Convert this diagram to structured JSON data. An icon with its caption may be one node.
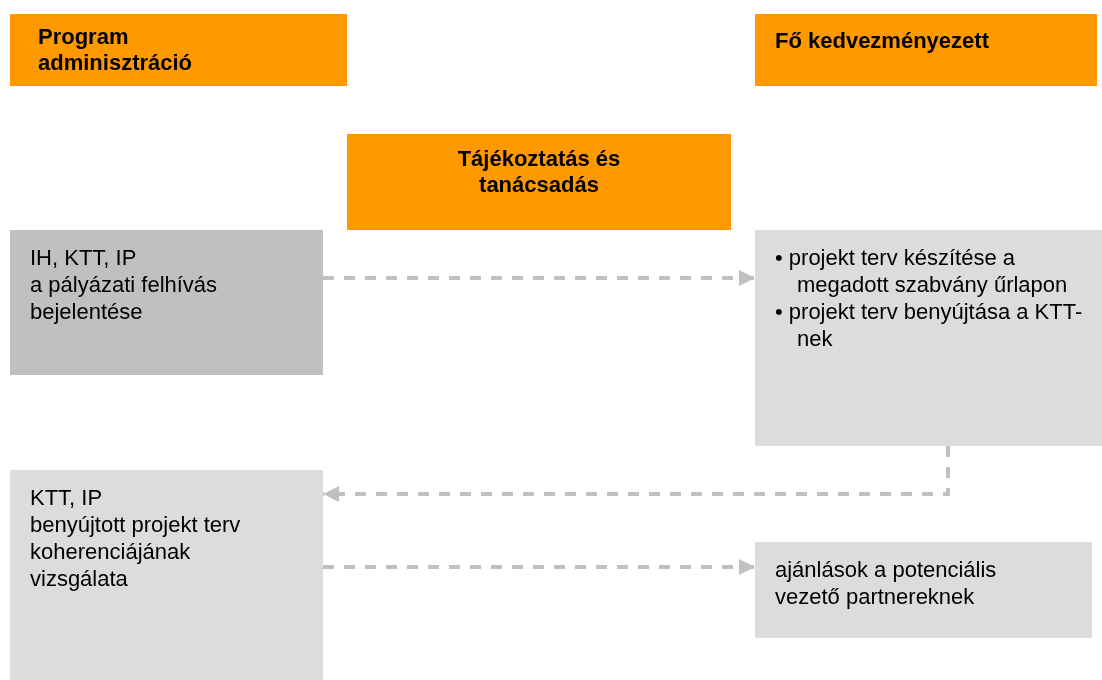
{
  "diagram": {
    "nodes": [
      {
        "text": [
          "Program adminisztráció"
        ]
      },
      {
        "text": [
          "Fő kedvezményezett"
        ]
      },
      {
        "text": [
          "Tájékoztatás és tanácsadás"
        ]
      },
      {
        "text": [
          "IH, KTT, IP",
          "a pályázati felhívás bejelentése"
        ]
      },
      {
        "text": [
          "• projekt terv készítése a megadott szabvány űrlapon",
          "• projekt terv benyújtása a KTT-nek"
        ]
      },
      {
        "text": [
          "KTT, IP",
          "benyújtott projekt terv koherenciájának vizsgálata"
        ]
      },
      {
        "text": [
          "ajánlások a potenciális vezető partnereknek"
        ]
      }
    ],
    "edges": [
      {
        "from": 3,
        "to": 4,
        "arrow": "to",
        "style": "dashed"
      },
      {
        "from": 4,
        "to": 5,
        "arrow": "to",
        "style": "dashed"
      },
      {
        "from": 5,
        "to": 6,
        "arrow": "to",
        "style": "dashed"
      }
    ]
  }
}
